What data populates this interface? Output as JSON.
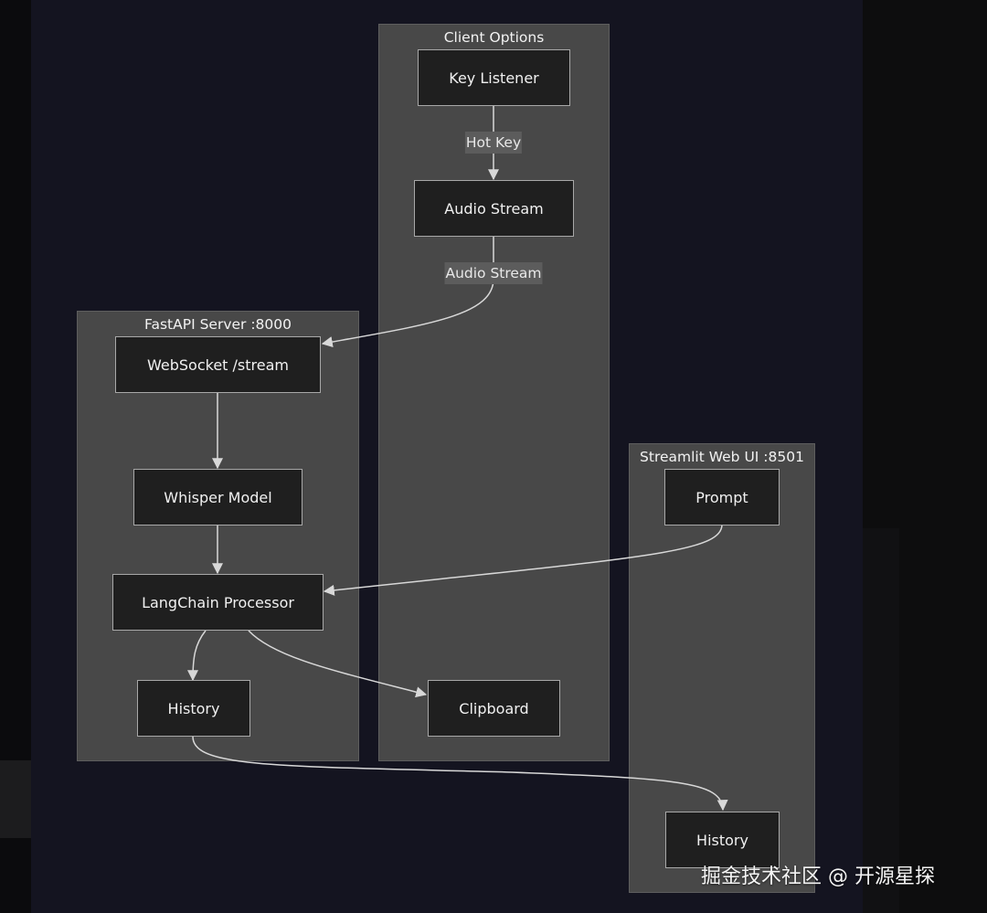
{
  "clusters": {
    "client": {
      "title": "Client Options"
    },
    "fastapi": {
      "title": "FastAPI Server :8000"
    },
    "streamlit": {
      "title": "Streamlit Web UI :8501"
    }
  },
  "nodes": {
    "key_listener": "Key Listener",
    "audio_stream": "Audio Stream",
    "websocket": "WebSocket /stream",
    "whisper": "Whisper Model",
    "langchain": "LangChain Processor",
    "history_server": "History",
    "clipboard": "Clipboard",
    "prompt": "Prompt",
    "history_ui": "History"
  },
  "edge_labels": {
    "hot_key": "Hot Key",
    "audio_stream": "Audio Stream"
  },
  "watermark": "掘金技术社区 @ 开源星探",
  "colors": {
    "cluster_fill": "#484848",
    "node_fill": "#1f1f1f",
    "edge": "#d8d8d8"
  }
}
